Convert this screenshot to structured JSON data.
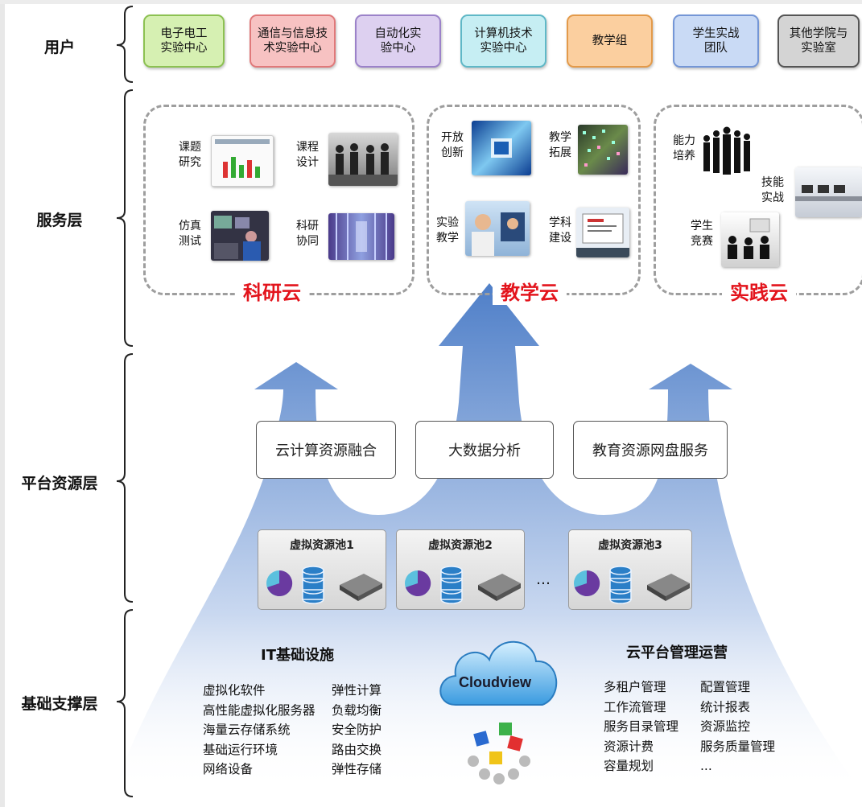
{
  "layers": {
    "user": "用户",
    "service": "服务层",
    "platform": "平台资源层",
    "base": "基础支撑层"
  },
  "users": [
    {
      "label": "电子电工\n实验中心",
      "color": "#d6f0b2",
      "border": "#8cc152"
    },
    {
      "label": "通信与信息技\n术实验中心",
      "color": "#f7c2c2",
      "border": "#e0797a"
    },
    {
      "label": "自动化实\n验中心",
      "color": "#ddd0f0",
      "border": "#9b82c9"
    },
    {
      "label": "计算机技术\n实验中心",
      "color": "#c6eef3",
      "border": "#5fb8c7"
    },
    {
      "label": "教学组",
      "color": "#fbcf9f",
      "border": "#e39a4a"
    },
    {
      "label": "学生实战\n团队",
      "color": "#c9daf5",
      "border": "#7496d6"
    },
    {
      "label": "其他学院与\n实验室",
      "color": "#d4d4d4",
      "border": "#555555"
    }
  ],
  "clouds": [
    {
      "title": "科研云",
      "services": [
        "课题\n研究",
        "课程\n设计",
        "仿真\n测试",
        "科研\n协同"
      ]
    },
    {
      "title": "教学云",
      "services": [
        "开放\n创新",
        "教学\n拓展",
        "实验\n教学",
        "学科\n建设"
      ]
    },
    {
      "title": "实践云",
      "services": [
        "能力\n培养",
        "技能\n实战",
        "学生\n竞赛"
      ]
    }
  ],
  "platform": {
    "services": [
      "云计算资源融合",
      "大数据分析",
      "教育资源网盘服务"
    ],
    "pools": [
      "虚拟资源池1",
      "虚拟资源池2",
      "虚拟资源池3"
    ],
    "ellipsis": "…"
  },
  "it_infra": {
    "title": "IT基础设施",
    "left": [
      "虚拟化软件",
      "高性能虚拟化服务器",
      "海量云存储系统",
      "基础运行环境",
      "网络设备"
    ],
    "right": [
      "弹性计算",
      "负载均衡",
      "安全防护",
      "路由交换",
      "弹性存储"
    ]
  },
  "cloudview": {
    "label": "Cloudview"
  },
  "cloud_mgmt": {
    "title": "云平台管理运营",
    "left": [
      "多租户管理",
      "工作流管理",
      "服务目录管理",
      "资源计费",
      "容量规划"
    ],
    "right": [
      "配置管理",
      "统计报表",
      "资源监控",
      "服务质量管理",
      "..."
    ]
  },
  "colors": {
    "accent_red": "#e3141c",
    "arrow_blue": "#5b87cc"
  }
}
